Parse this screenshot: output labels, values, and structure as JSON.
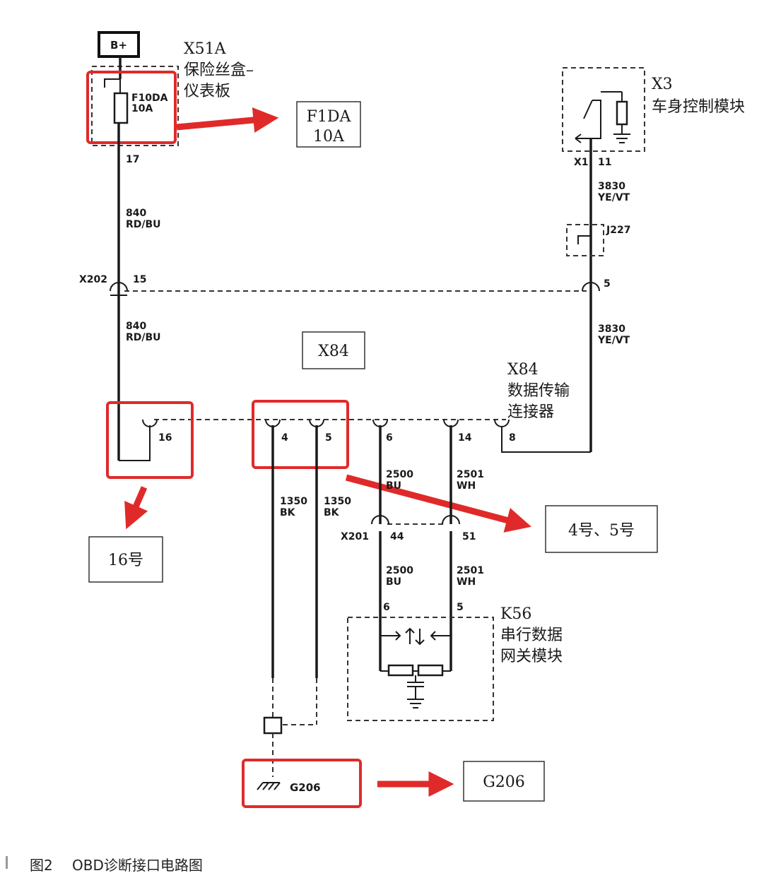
{
  "caption": {
    "figure_no": "图2",
    "title": "OBD诊断接口电路图"
  },
  "colors": {
    "highlight": "#e02a2a",
    "wire": "#1a1a1a",
    "callout_border": "#333333"
  },
  "top_source": {
    "label": "B+"
  },
  "fuse_box": {
    "id": "X51A",
    "name_line1": "保险丝盒–",
    "name_line2": "仪表板",
    "fuse_id": "F10DA",
    "fuse_rating": "10A",
    "output_pin": "17"
  },
  "bcm": {
    "id": "X3",
    "name": "车身控制模块",
    "connector": "X1",
    "pin": "11"
  },
  "wires": {
    "w840_top_num": "840",
    "w840_top_color": "RD/BU",
    "w840_bot_num": "840",
    "w840_bot_color": "RD/BU",
    "w3830_top_num": "3830",
    "w3830_top_color": "YE/VT",
    "w3830_bot_num": "3830",
    "w3830_bot_color": "YE/VT",
    "w2500_a_num": "2500",
    "w2500_a_color": "BU",
    "w2501_a_num": "2501",
    "w2501_a_color": "WH",
    "w2500_b_num": "2500",
    "w2500_b_color": "BU",
    "w2501_b_num": "2501",
    "w2501_b_color": "WH",
    "w1350_a_num": "1350",
    "w1350_a_color": "BK",
    "w1350_b_num": "1350",
    "w1350_b_color": "BK"
  },
  "splice": {
    "id": "J227",
    "pin": "5"
  },
  "inline_x202": {
    "id": "X202",
    "pin": "15"
  },
  "dlc": {
    "id": "X84",
    "name_line1": "数据传输",
    "name_line2": "连接器",
    "pins": [
      "16",
      "4",
      "5",
      "6",
      "14",
      "8"
    ]
  },
  "inline_x201": {
    "id": "X201",
    "pin_a": "44",
    "pin_b": "51"
  },
  "gateway": {
    "id": "K56",
    "name_line1": "串行数据",
    "name_line2": "网关模块",
    "pin_a": "6",
    "pin_b": "5"
  },
  "ground": {
    "id": "G206"
  },
  "callouts": {
    "fuse": {
      "line1": "F1DA",
      "line2": "10A"
    },
    "dlc_box": "X84",
    "pin16": "16号",
    "pins45": "4号、5号",
    "ground": "G206"
  }
}
